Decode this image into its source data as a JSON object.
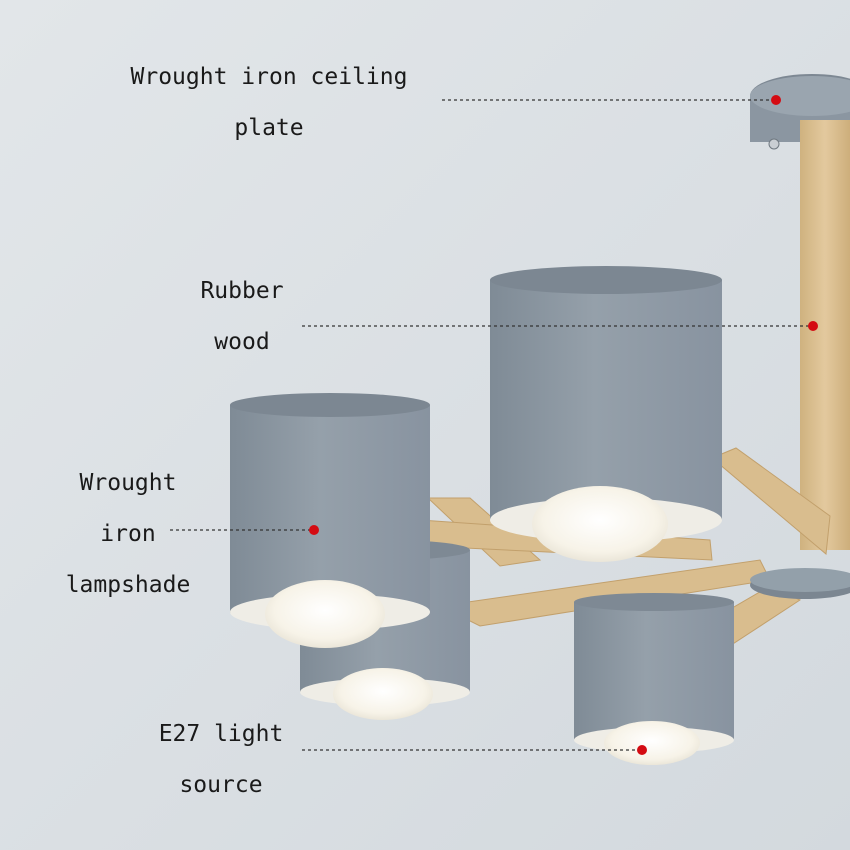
{
  "callouts": [
    {
      "id": "ceiling-plate",
      "lines": [
        "Wrought iron ceiling",
        "plate"
      ]
    },
    {
      "id": "rubber-wood",
      "lines": [
        "Rubber",
        "wood"
      ]
    },
    {
      "id": "lampshade",
      "lines": [
        "Wrought",
        "iron",
        "lampshade"
      ]
    },
    {
      "id": "light-source",
      "lines": [
        "E27 light",
        "source"
      ]
    }
  ],
  "colors": {
    "background": "#dde2e6",
    "metal": "#8f9aa5",
    "wood": "#dcc196",
    "leader_line": "#333333",
    "marker_dot": "#d40b12",
    "bulb_glow": "#fbf8ef"
  }
}
